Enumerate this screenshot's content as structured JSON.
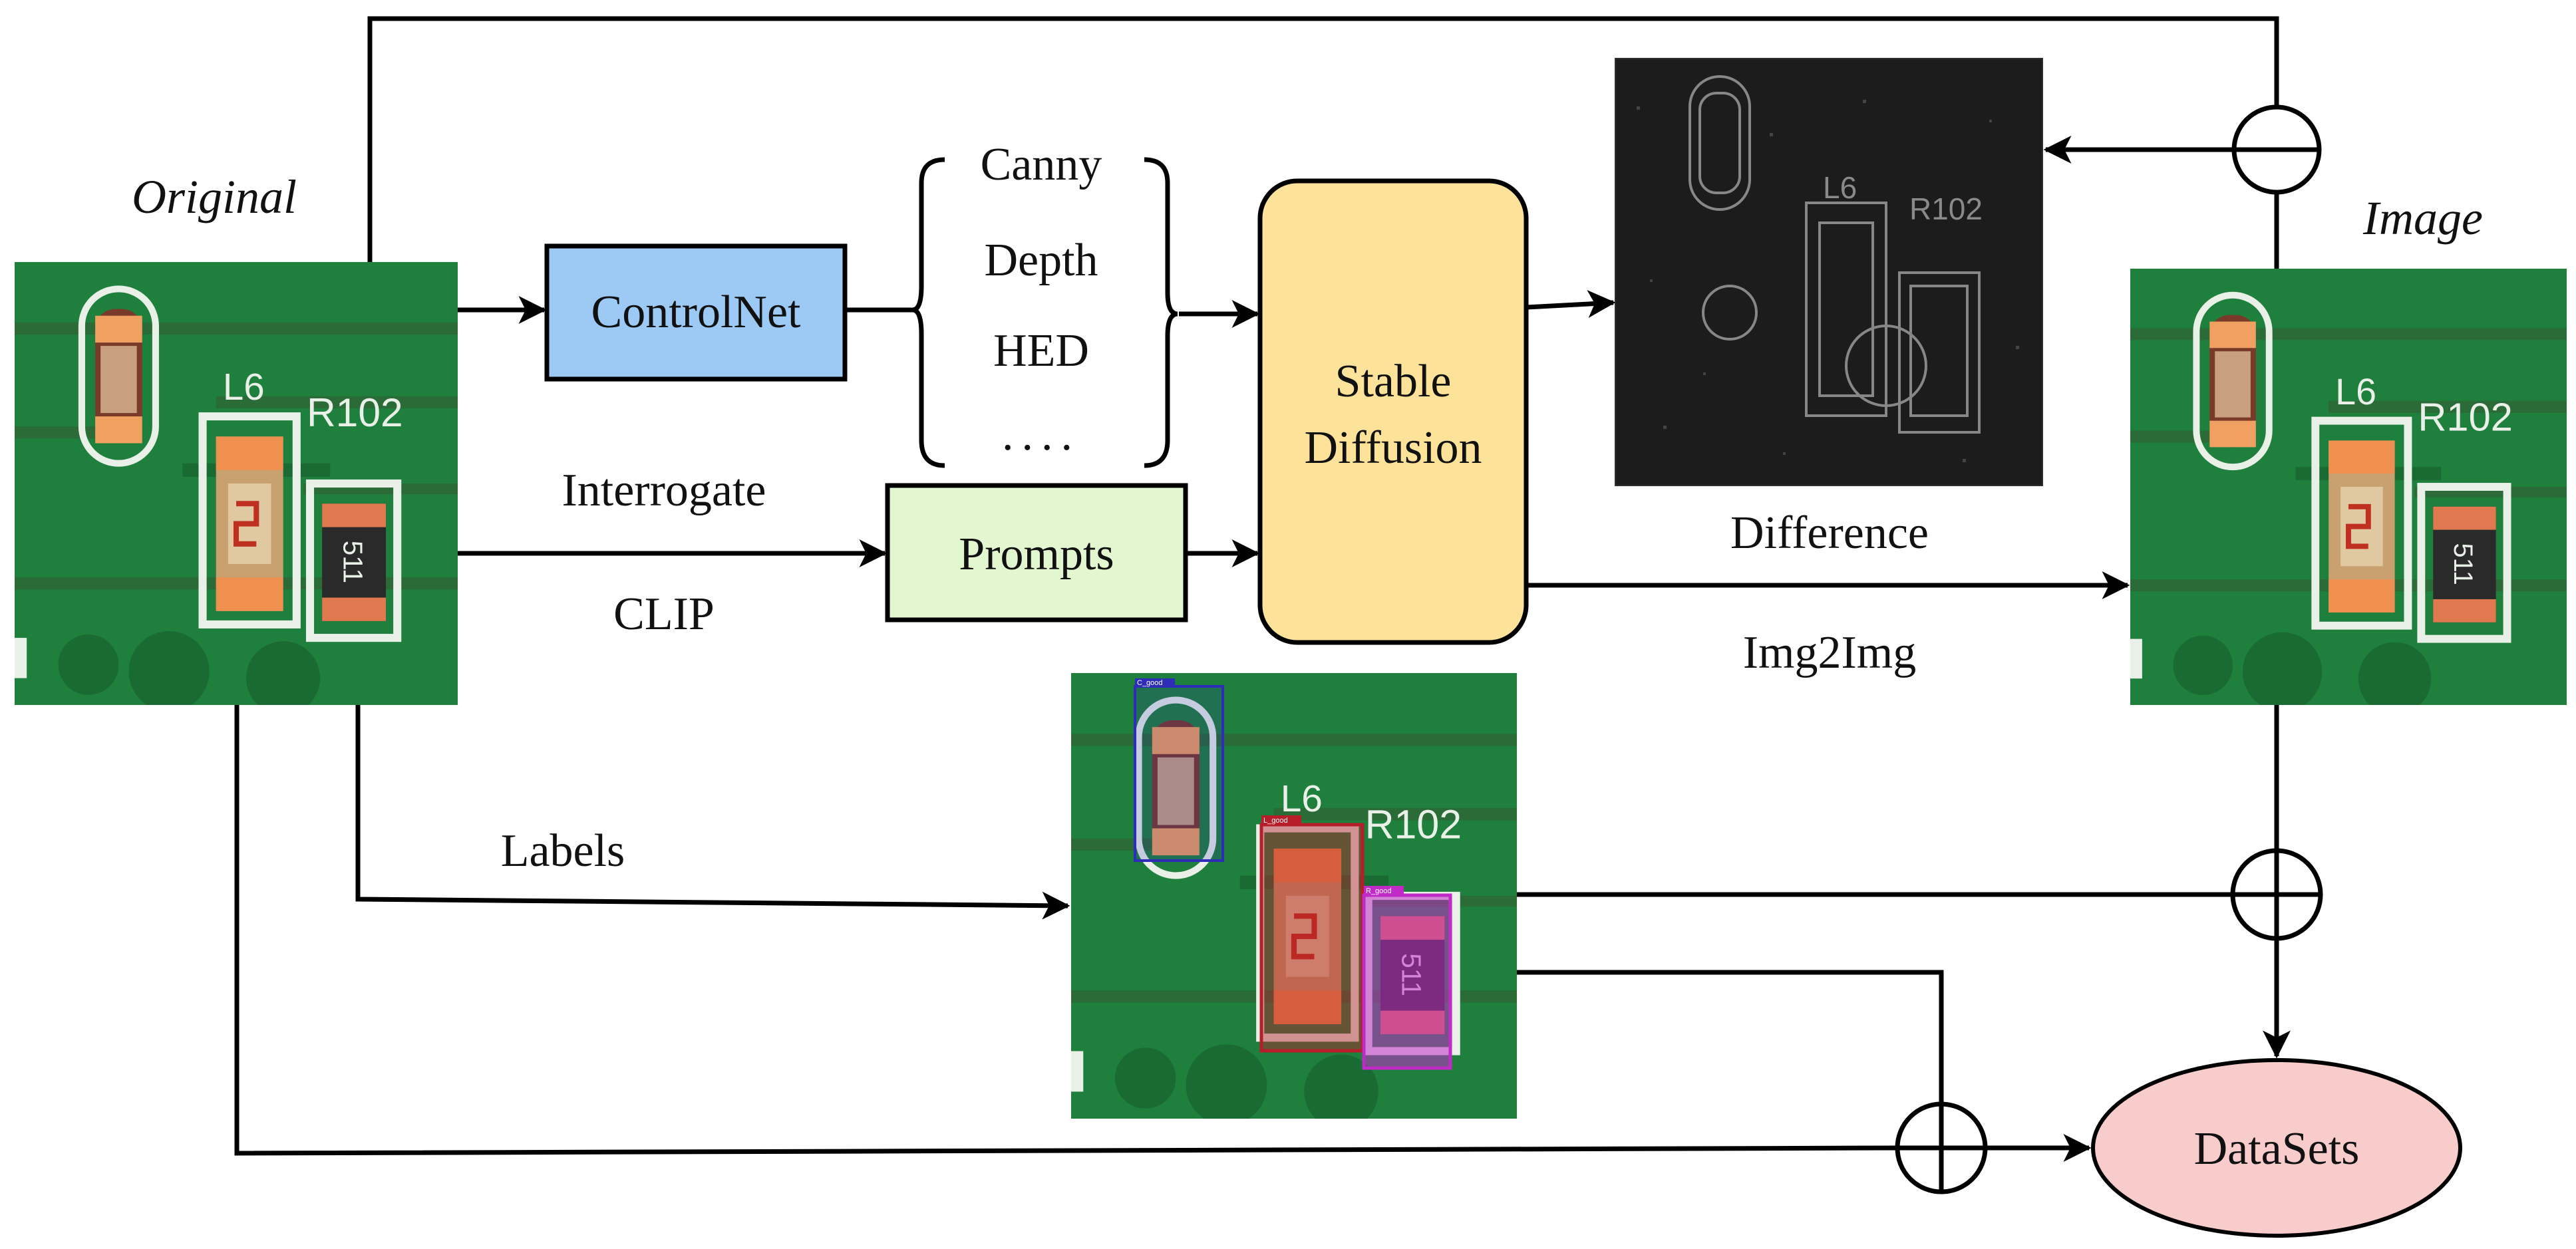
{
  "labels": {
    "original": "Original",
    "image": "Image",
    "controlnet": "ControlNet",
    "canny": "Canny",
    "depth": "Depth",
    "hed": "HED",
    "ellipsis": "....",
    "interrogate": "Interrogate",
    "clip": "CLIP",
    "prompts": "Prompts",
    "stable": "Stable",
    "diffusion": "Diffusion",
    "difference": "Difference",
    "img2img": "Img2Img",
    "labels": "Labels",
    "datasets": "DataSets",
    "pcb_l6": "L6",
    "pcb_r102": "R102",
    "pcb_chip": "511",
    "tag_c": "C_good",
    "tag_l": "L_good",
    "tag_r": "R_good"
  },
  "colors": {
    "controlnet_fill": "#9ccaf5",
    "prompts_fill": "#e2f7cf",
    "stable_fill": "#fde39a",
    "datasets_fill": "#f9cccc",
    "pcb_green": "#1f7f3c",
    "pcb_trace": "#2a6b37",
    "silkscreen": "#e8f0e8",
    "difference_bg": "#1c1c1c",
    "label_c": "#2d2db8",
    "label_l": "#b81e2a",
    "label_r": "#c02bc8"
  }
}
